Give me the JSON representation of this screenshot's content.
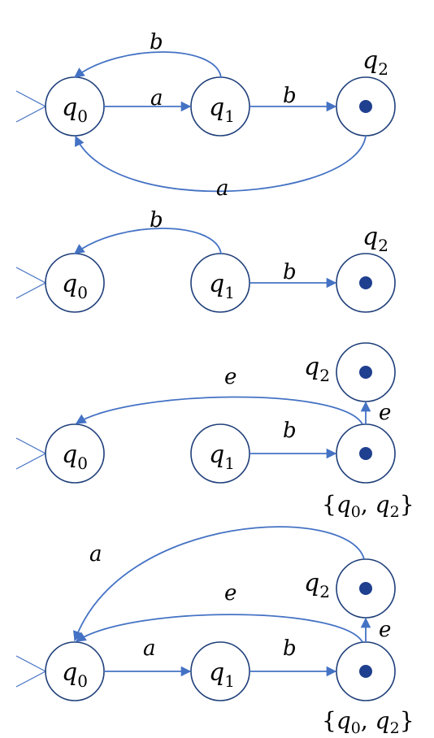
{
  "colors": {
    "edge": "#4472c4",
    "state_stroke": "#1f3f7a",
    "accept_dot": "#1f3f8f"
  },
  "diagram1": {
    "q0": {
      "base": "q",
      "sub": "0"
    },
    "q1": {
      "base": "q",
      "sub": "1"
    },
    "q2": {
      "base": "q",
      "sub": "2"
    },
    "edge_q1_q0": "b",
    "edge_q0_q1": "a",
    "edge_q1_q2": "b",
    "edge_q2_q0": "a"
  },
  "diagram2": {
    "q0": {
      "base": "q",
      "sub": "0"
    },
    "q1": {
      "base": "q",
      "sub": "1"
    },
    "q2": {
      "base": "q",
      "sub": "2"
    },
    "edge_q1_q0": "b",
    "edge_q1_q2": "b"
  },
  "diagram3": {
    "q0": {
      "base": "q",
      "sub": "0"
    },
    "q1": {
      "base": "q",
      "sub": "1"
    },
    "q2": {
      "base": "q",
      "sub": "2"
    },
    "edge_set_q0": "e",
    "edge_set_q2": "e",
    "edge_q1_set": "b",
    "set": {
      "open": "{",
      "s1_base": "q",
      "s1_sub": "0",
      "sep": ", ",
      "s2_base": "q",
      "s2_sub": "2",
      "close": "}"
    }
  },
  "diagram4": {
    "q0": {
      "base": "q",
      "sub": "0"
    },
    "q1": {
      "base": "q",
      "sub": "1"
    },
    "q2": {
      "base": "q",
      "sub": "2"
    },
    "edge_q2_q0": "a",
    "edge_set_q0": "e",
    "edge_set_q2": "e",
    "edge_q0_q1": "a",
    "edge_q1_set": "b",
    "set": {
      "open": "{",
      "s1_base": "q",
      "s1_sub": "0",
      "sep": ", ",
      "s2_base": "q",
      "s2_sub": "2",
      "close": "}"
    }
  }
}
